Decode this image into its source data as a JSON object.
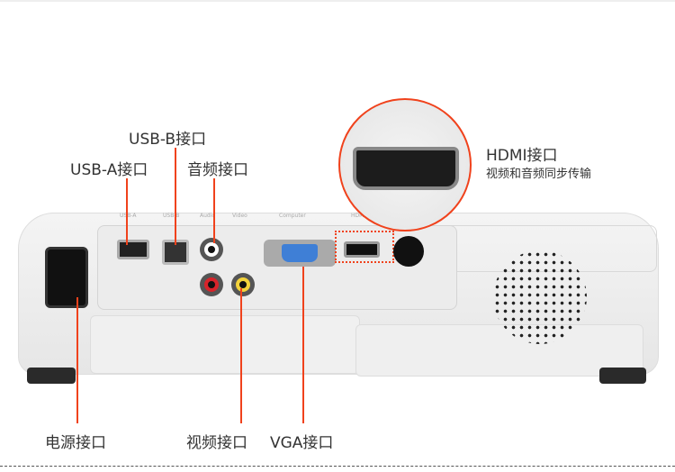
{
  "labels": {
    "usb_b": "USB-B接口",
    "usb_a": "USB-A接口",
    "audio": "音频接口",
    "hdmi": "HDMI接口",
    "hdmi_desc": "视频和音频同步传输",
    "power": "电源接口",
    "video": "视频接口",
    "vga": "VGA接口"
  },
  "device_labels": {
    "usb_a": "USB-A",
    "usb_b": "USB-B",
    "audio": "Audio",
    "video": "Video",
    "computer": "Computer",
    "hdmi": "HDMI"
  },
  "colors": {
    "accent": "#f0421c",
    "vga_port": "#3f7fd6"
  }
}
